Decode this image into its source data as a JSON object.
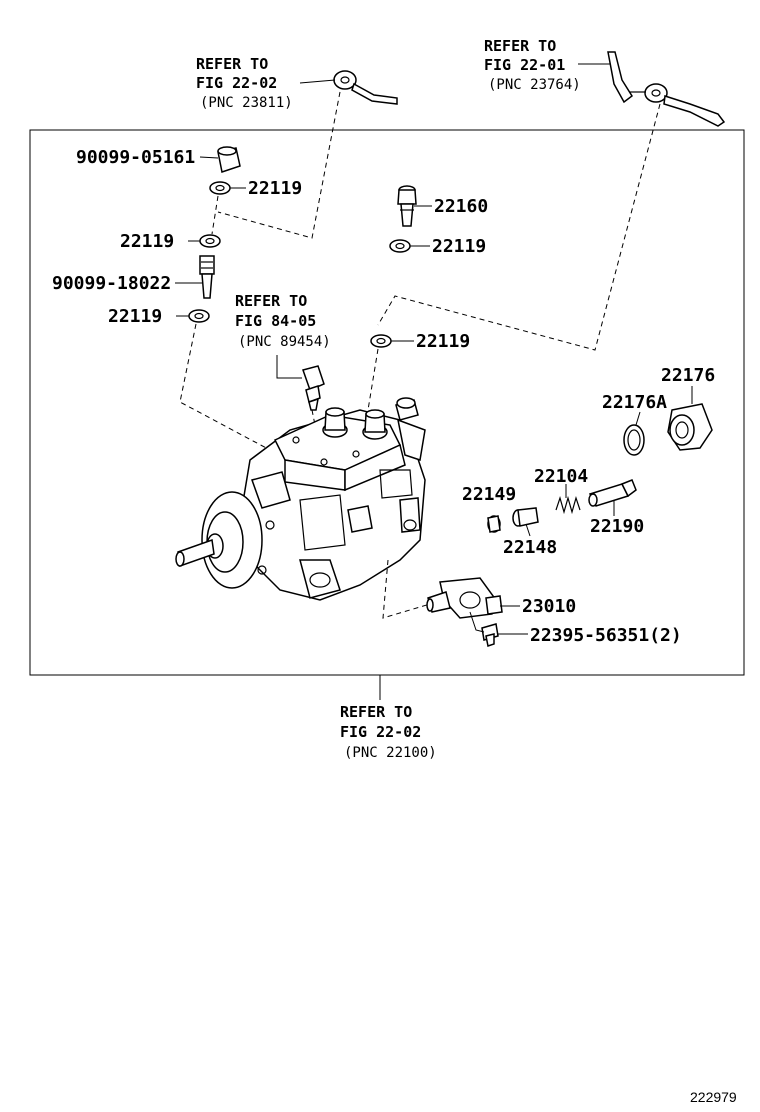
{
  "refs": {
    "top_left": {
      "line1": "REFER TO",
      "line2": "FIG 22-02",
      "line3": "(PNC 23811)"
    },
    "top_right": {
      "line1": "REFER TO",
      "line2": "FIG 22-01",
      "line3": "(PNC 23764)"
    },
    "mid": {
      "line1": "REFER TO",
      "line2": "FIG 84-05",
      "line3": "(PNC 89454)"
    },
    "bottom": {
      "line1": "REFER TO",
      "line2": "FIG 22-02",
      "line3": "(PNC 22100)"
    }
  },
  "labels": {
    "p90099_05161": "90099-05161",
    "p22119_a": "22119",
    "p22119_b": "22119",
    "p90099_18022": "90099-18022",
    "p22119_c": "22119",
    "p22160": "22160",
    "p22119_d": "22119",
    "p22119_e": "22119",
    "p22176": "22176",
    "p22176A": "22176A",
    "p22104": "22104",
    "p22149": "22149",
    "p22190": "22190",
    "p22148": "22148",
    "p23010": "23010",
    "p22395": "22395-56351(2)"
  },
  "figure_number": "222979"
}
